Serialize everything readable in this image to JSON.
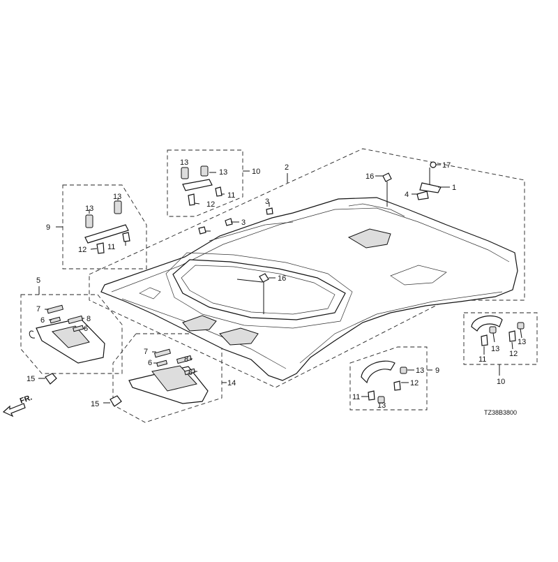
{
  "diagram": {
    "code": "TZ38B3800",
    "front_label": "FR.",
    "callouts": [
      "1",
      "2",
      "3",
      "3",
      "4",
      "5",
      "6",
      "6",
      "6",
      "6",
      "7",
      "7",
      "8",
      "8",
      "9",
      "9",
      "10",
      "10",
      "11",
      "11",
      "11",
      "11",
      "12",
      "12",
      "12",
      "12",
      "13",
      "13",
      "13",
      "13",
      "13",
      "13",
      "13",
      "13",
      "14",
      "15",
      "15",
      "16",
      "16",
      "17"
    ]
  }
}
